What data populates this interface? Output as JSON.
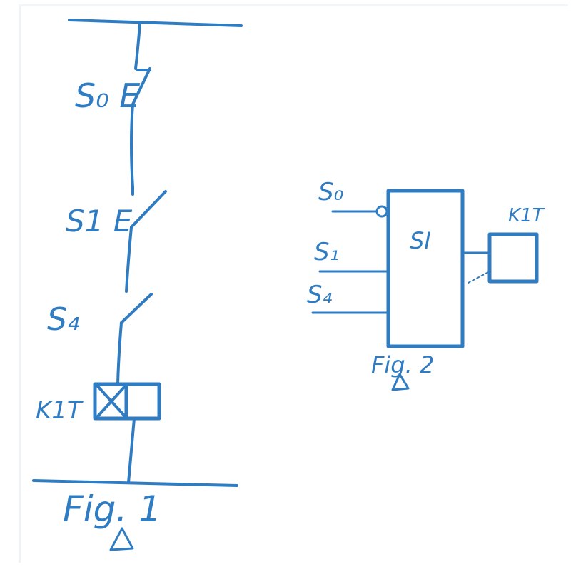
{
  "colors": {
    "ink": "#2f7cc2",
    "background": "#ffffff"
  },
  "fig1": {
    "contact_s0": "S₀ E",
    "contact_s1": "S1 E",
    "contact_s4": "S₄",
    "relay": "K1T",
    "caption": "Fig. 1"
  },
  "fig2": {
    "input_s0": "S₀",
    "input_s1": "S₁",
    "input_s4": "S₄",
    "block_label": "SI",
    "output": "K1T",
    "caption": "Fig. 2"
  }
}
